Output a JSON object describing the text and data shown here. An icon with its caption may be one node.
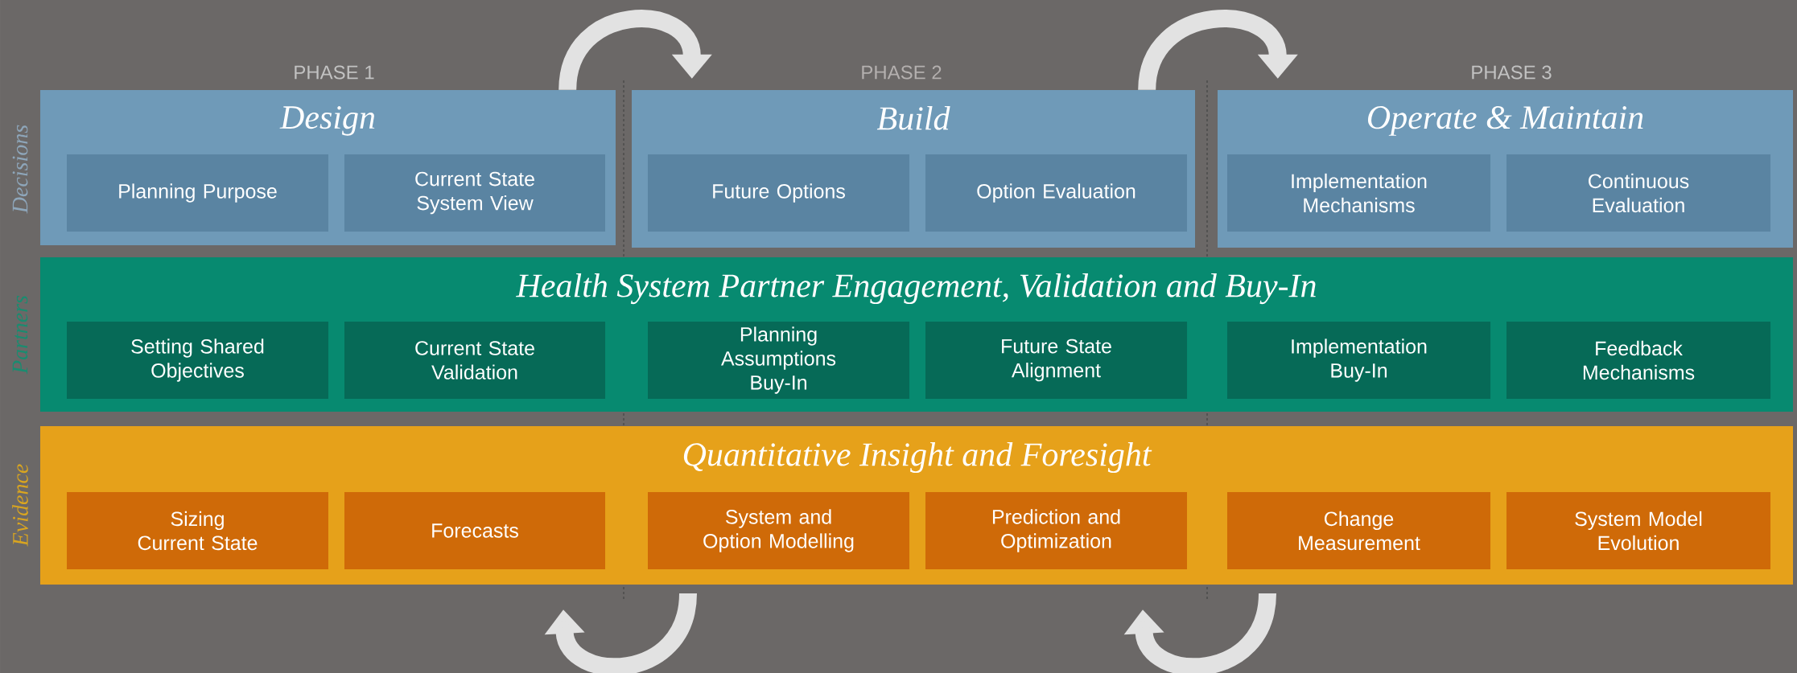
{
  "diagram": {
    "nodes": [
      {
        "text": [
          "Design"
        ]
      },
      {
        "text": [
          "Planning Purpose"
        ],
        "in": 0
      },
      {
        "text": [
          "Current State System View"
        ],
        "in": 0
      },
      {
        "text": [
          "Build"
        ]
      },
      {
        "text": [
          "Future Options"
        ],
        "in": 3
      },
      {
        "text": [
          "Option Evaluation"
        ],
        "in": 3
      },
      {
        "text": [
          "Operate & Maintain"
        ]
      },
      {
        "text": [
          "Implementation Mechanisms"
        ],
        "in": 6
      },
      {
        "text": [
          "Continuous Evaluation"
        ],
        "in": 6
      },
      {
        "text": [
          "Health System Partner Engagement, Validation and Buy-In"
        ]
      },
      {
        "text": [
          "Setting Shared Objectives"
        ],
        "in": 9
      },
      {
        "text": [
          "Current State Validation"
        ],
        "in": 9
      },
      {
        "text": [
          "Planning Assumptions Buy-In"
        ],
        "in": 9
      },
      {
        "text": [
          "Future State Alignment"
        ],
        "in": 9
      },
      {
        "text": [
          "Implementation Buy-In"
        ],
        "in": 9
      },
      {
        "text": [
          "Feedback Mechanisms"
        ],
        "in": 9
      },
      {
        "text": [
          "Quantitative Insight and Foresight"
        ]
      },
      {
        "text": [
          "Sizing Current State"
        ],
        "in": 16
      },
      {
        "text": [
          "Forecasts"
        ],
        "in": 16
      },
      {
        "text": [
          "System and Option Modelling"
        ],
        "in": 16
      },
      {
        "text": [
          "Prediction and Optimization"
        ],
        "in": 16
      },
      {
        "text": [
          "Change Measurement"
        ],
        "in": 16
      },
      {
        "text": [
          "System Model Evolution"
        ],
        "in": 16
      }
    ],
    "edges": [
      {
        "from": 0,
        "to": 3,
        "arrow": "to"
      },
      {
        "from": 3,
        "to": 6,
        "arrow": "to"
      }
    ],
    "labels": [
      "PHASE 1",
      "PHASE 2",
      "PHASE 3",
      "Decisions",
      "Partners",
      "Evidence"
    ]
  }
}
